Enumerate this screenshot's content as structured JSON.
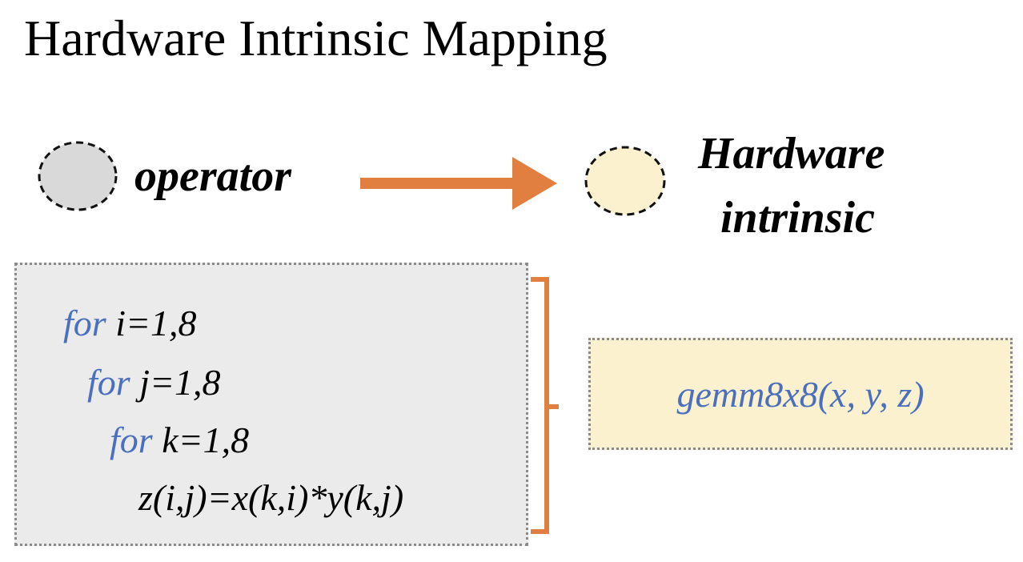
{
  "title": "Hardware Intrinsic Mapping",
  "legend": {
    "operator_label": "operator",
    "intrinsic_label_line1": "Hardware",
    "intrinsic_label_line2": "intrinsic",
    "operator_color": "#d9d9d9",
    "intrinsic_color": "#fcf1cf",
    "arrow_color": "#e07f3f"
  },
  "code": {
    "lines": [
      {
        "keyword": "for",
        "rest": " i=1,8"
      },
      {
        "keyword": "for",
        "rest": " j=1,8"
      },
      {
        "keyword": "for",
        "rest": " k=1,8"
      },
      {
        "keyword": "",
        "rest": "z(i,j)=x(k,i)*y(k,j)"
      }
    ],
    "keyword_color": "#4a6fbf",
    "box_color": "#ebebeb"
  },
  "intrinsic": {
    "call": "gemm8x8(x, y, z)",
    "box_color": "#fcf1cf",
    "text_color": "#4a6fbf"
  },
  "bracket_color": "#e07f3f"
}
